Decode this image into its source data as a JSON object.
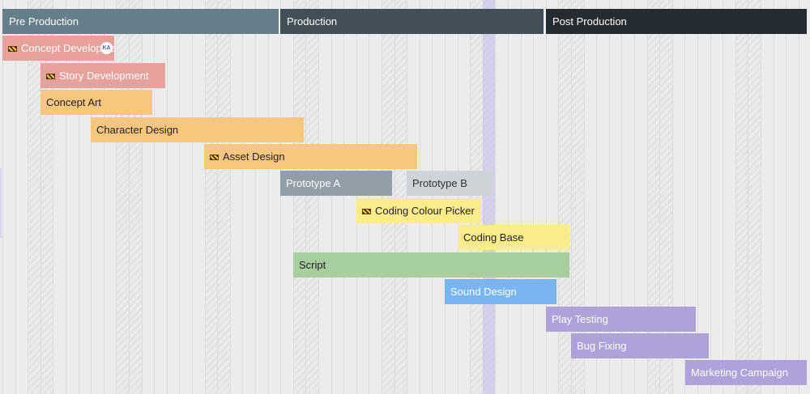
{
  "phases": [
    {
      "label": "Pre Production",
      "color": "#667e8a"
    },
    {
      "label": "Production",
      "color": "#434f57"
    },
    {
      "label": "Post Production",
      "color": "#252c31"
    }
  ],
  "tasks": [
    {
      "label": "Concept Development",
      "color": "#e8a09a",
      "text_color": "#ffffff",
      "flag": true,
      "avatar": "KA"
    },
    {
      "label": "Story Development",
      "color": "#e8a09a",
      "text_color": "#ffffff",
      "flag": true
    },
    {
      "label": "Concept Art",
      "color": "#f7c77f",
      "text_color": "#222222"
    },
    {
      "label": "Character Design",
      "color": "#f7c77f",
      "text_color": "#222222"
    },
    {
      "label": "Asset Design",
      "color": "#f7c77f",
      "text_color": "#222222",
      "flag": true
    },
    {
      "label": "Prototype A",
      "color": "#929fa8",
      "text_color": "#ffffff"
    },
    {
      "label": "Prototype B",
      "color": "#cdd3d7",
      "text_color": "#333333"
    },
    {
      "label": "Coding Colour Picker",
      "color": "#fbec8b",
      "text_color": "#222222",
      "flag": true
    },
    {
      "label": "Coding Base",
      "color": "#fbec8b",
      "text_color": "#222222"
    },
    {
      "label": "Script",
      "color": "#a6ce9e",
      "text_color": "#222222"
    },
    {
      "label": "Sound Design",
      "color": "#79b5f0",
      "text_color": "#ffffff"
    },
    {
      "label": "Play Testing",
      "color": "#afa1d9",
      "text_color": "#ffffff"
    },
    {
      "label": "Bug Fixing",
      "color": "#afa1d9",
      "text_color": "#ffffff"
    },
    {
      "label": "Marketing Campaign",
      "color": "#afa1d9",
      "text_color": "#ffffff"
    }
  ]
}
